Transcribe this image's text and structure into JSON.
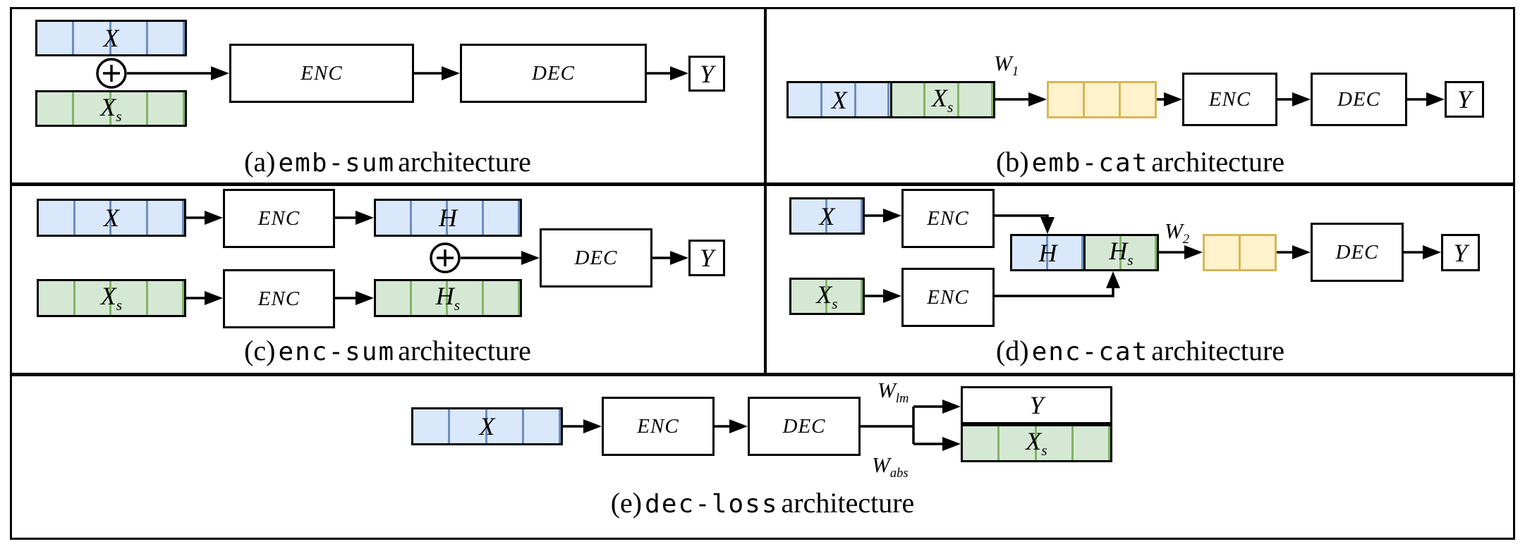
{
  "labels": {
    "x": "X",
    "xs": {
      "main": "X",
      "sub": "s"
    },
    "h": "H",
    "hs": {
      "main": "H",
      "sub": "s"
    },
    "y": "Y",
    "enc": "ENC",
    "dec": "DEC",
    "w1": {
      "main": "W",
      "sub": "1"
    },
    "w2": {
      "main": "W",
      "sub": "2"
    },
    "wlm": {
      "main": "W",
      "sub": "lm"
    },
    "wabs": {
      "main": "W",
      "sub": "abs"
    }
  },
  "captions": {
    "a": {
      "prefix": "(a)",
      "code": "emb-sum",
      "suffix": "architecture"
    },
    "b": {
      "prefix": "(b)",
      "code": "emb-cat",
      "suffix": "architecture"
    },
    "c": {
      "prefix": "(c)",
      "code": "enc-sum",
      "suffix": "architecture"
    },
    "d": {
      "prefix": "(d)",
      "code": "enc-cat",
      "suffix": "architecture"
    },
    "e": {
      "prefix": "(e)",
      "code": "dec-loss",
      "suffix": "architecture"
    }
  },
  "icons": {
    "sum": "plus-circle"
  },
  "colors": {
    "blue_fill": "#dae8fc",
    "blue_divider": "#6c8ebf",
    "green_fill": "#d5e8d4",
    "green_divider": "#82b366",
    "yellow_fill": "#fff2cc",
    "yellow_border": "#d6b656",
    "line": "#000000",
    "background": "#ffffff"
  }
}
